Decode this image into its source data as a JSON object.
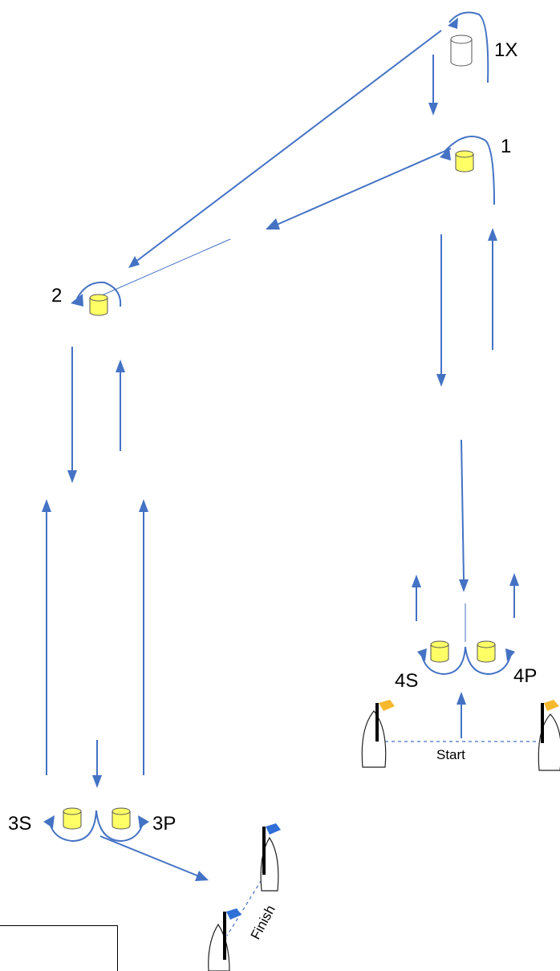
{
  "marks": {
    "m1x": "1X",
    "m1": "1",
    "m2": "2",
    "m3s": "3S",
    "m3p": "3P",
    "m4s": "4S",
    "m4p": "4P"
  },
  "lines": {
    "start": "Start",
    "finish": "Finish"
  },
  "colors": {
    "course_line": "#4472C4",
    "mark_yellow": "#FFFF66",
    "mark_white": "#FFFFFF",
    "start_flag": "#F5B82E",
    "finish_flag": "#2F6FD6"
  }
}
